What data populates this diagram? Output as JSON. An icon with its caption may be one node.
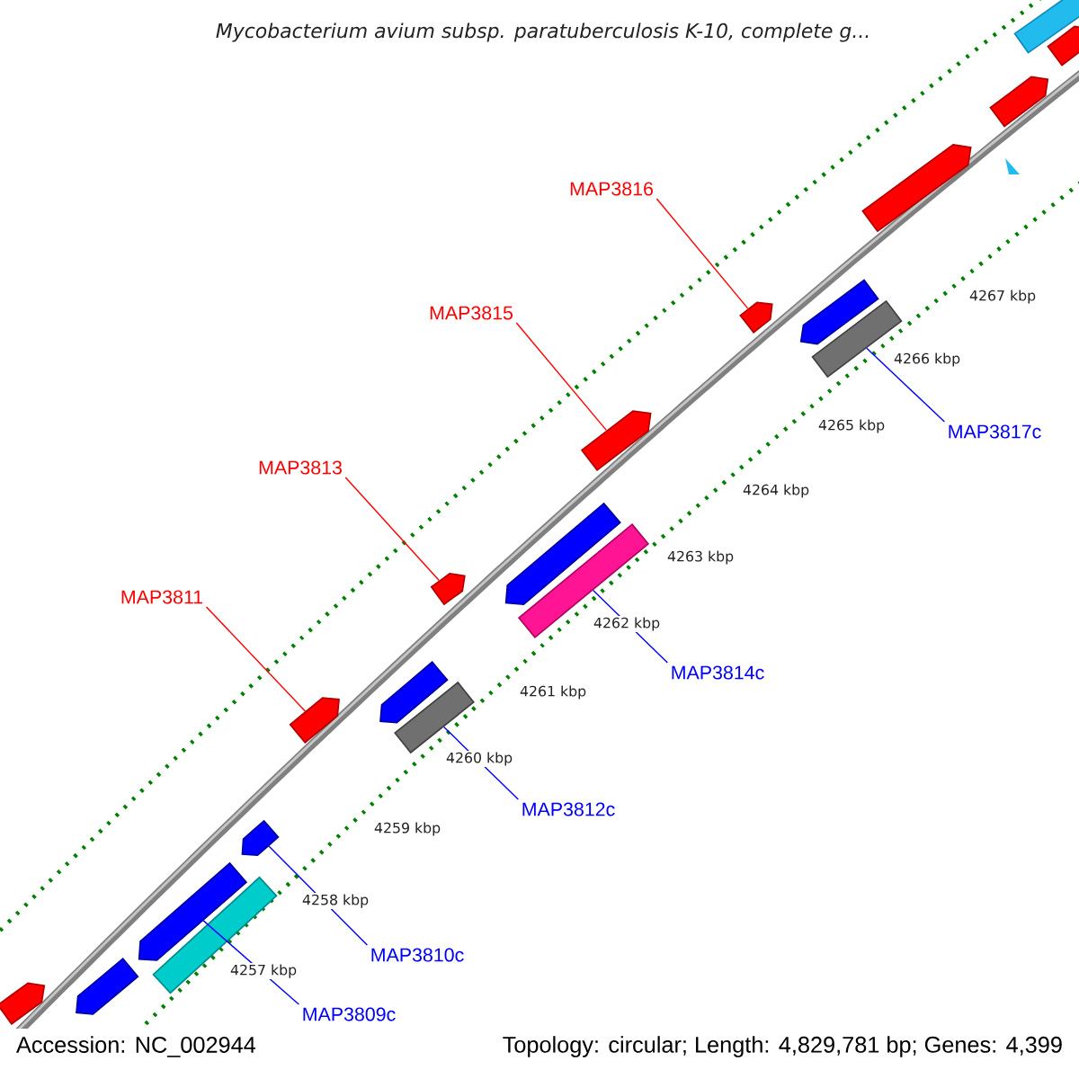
{
  "diagram": {
    "title": "*Mycobacterium avium* subsp. *paratuberculosis* K-10, complete g...",
    "nodes": [
      {
        "text": [
          "MAP3816"
        ]
      },
      {
        "text": [
          "MAP3815"
        ]
      },
      {
        "text": [
          "MAP3817c"
        ]
      },
      {
        "text": [
          "MAP3813"
        ]
      },
      {
        "text": [
          "MAP3811"
        ]
      },
      {
        "text": [
          "MAP3814c"
        ]
      },
      {
        "text": [
          "MAP3812c"
        ]
      },
      {
        "text": [
          "MAP3810c"
        ]
      },
      {
        "text": [
          "MAP3809c"
        ]
      },
      {
        "text": [],
        "shape": "arrow"
      },
      {
        "text": [],
        "shape": "arrow"
      },
      {
        "text": [],
        "shape": "bar"
      },
      {
        "text": [],
        "shape": "arrow"
      },
      {
        "text": [],
        "shape": "arrow"
      },
      {
        "text": [],
        "shape": "bar"
      },
      {
        "text": [],
        "shape": "bar"
      },
      {
        "text": [],
        "shape": "arrow"
      },
      {
        "text": [],
        "shape": "arrow"
      },
      {
        "text": [],
        "shape": "arrow"
      },
      {
        "text": [],
        "shape": "arrow"
      },
      {
        "text": [],
        "shape": "bar"
      },
      {
        "text": [],
        "shape": "arrow"
      },
      {
        "text": [],
        "shape": "arrow"
      },
      {
        "text": [],
        "shape": "arrow"
      },
      {
        "text": [],
        "shape": "arrow"
      },
      {
        "text": [],
        "shape": "arrow"
      },
      {
        "text": [],
        "shape": "bar"
      },
      {
        "text": [],
        "shape": "arrow"
      }
    ],
    "edges": [
      {
        "from": 0,
        "to": 9,
        "arrow": "none",
        "color": "#ff0000"
      },
      {
        "from": 1,
        "to": 10,
        "arrow": "none",
        "color": "#ff0000"
      },
      {
        "from": 2,
        "to": 11,
        "arrow": "none"
      },
      {
        "from": 3,
        "to": 12,
        "arrow": "none",
        "color": "#ff0000"
      },
      {
        "from": 4,
        "to": 13,
        "arrow": "none",
        "color": "#ff0000"
      },
      {
        "from": 5,
        "to": 14,
        "arrow": "none"
      },
      {
        "from": 6,
        "to": 15,
        "arrow": "none"
      },
      {
        "from": 7,
        "to": 16,
        "arrow": "none"
      },
      {
        "from": 8,
        "to": 17,
        "arrow": "none"
      }
    ],
    "labels": [
      "4267 kbp",
      "4266 kbp",
      "4265 kbp",
      "4264 kbp",
      "4263 kbp",
      "4262 kbp",
      "4261 kbp",
      "4260 kbp",
      "4259 kbp",
      "4258 kbp",
      "4257 kbp",
      "Accession: NC_002944",
      "Topology: circular; Length: 4,829,781 bp; Genes: 4,399"
    ]
  }
}
